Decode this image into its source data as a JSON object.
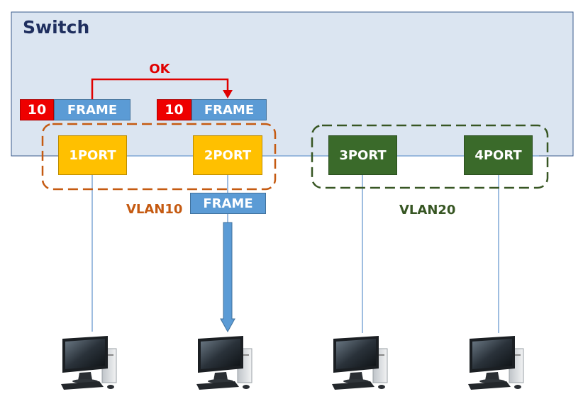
{
  "switch": {
    "title": "Switch"
  },
  "link": {
    "ok_label": "OK"
  },
  "frames": {
    "source": {
      "tag": "10",
      "label": "FRAME"
    },
    "dest": {
      "tag": "10",
      "label": "FRAME"
    },
    "egress": {
      "label": "FRAME"
    }
  },
  "ports": [
    {
      "label": "1PORT",
      "vlan": "VLAN10"
    },
    {
      "label": "2PORT",
      "vlan": "VLAN10"
    },
    {
      "label": "3PORT",
      "vlan": "VLAN20"
    },
    {
      "label": "4PORT",
      "vlan": "VLAN20"
    }
  ],
  "vlans": {
    "vlan10": {
      "label": "VLAN10",
      "color": "#c55a11"
    },
    "vlan20": {
      "label": "VLAN20",
      "color": "#375623"
    }
  },
  "computers": [
    {
      "icon": "desktop-computer-icon"
    },
    {
      "icon": "desktop-computer-icon"
    },
    {
      "icon": "desktop-computer-icon"
    },
    {
      "icon": "desktop-computer-icon"
    }
  ],
  "colors": {
    "switch_fill": "#dbe5f1",
    "switch_border": "#3a5a8c",
    "vlan_tag": "#ee0000",
    "frame": "#5b9bd5",
    "port_vlan10": "#ffc000",
    "port_vlan20": "#3a6a2a",
    "ok_arrow": "#e00000",
    "cable": "#7fa7d6"
  }
}
